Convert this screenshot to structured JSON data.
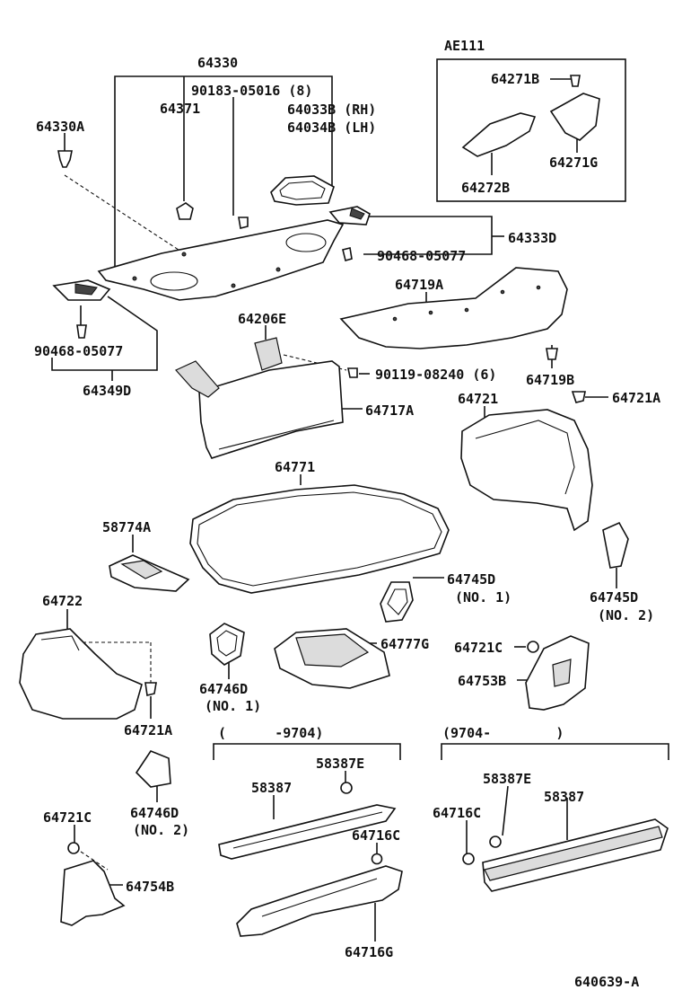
{
  "labels": {
    "ae111": "AE111",
    "p64330": "64330",
    "p90183": "90183-05016 (8)",
    "p64371": "64371",
    "p64033b": "64033B (RH)",
    "p64034b": "64034B (LH)",
    "p64330a": "64330A",
    "p64271b": "64271B",
    "p64271g": "64271G",
    "p64272b": "64272B",
    "p64333d": "64333D",
    "p90468_a": "90468-05077",
    "p64719a": "64719A",
    "p90468_b": "90468-05077",
    "p64349d": "64349D",
    "p64206e": "64206E",
    "p90119": "90119-08240 (6)",
    "p64719b": "64719B",
    "p64721": "64721",
    "p64721a_top": "64721A",
    "p64717a": "64717A",
    "p64771": "64771",
    "p58774a": "58774A",
    "p64722": "64722",
    "p64745d_1": "64745D",
    "p64745d_1_sub": "(NO. 1)",
    "p64745d_2": "64745D",
    "p64745d_2_sub": "(NO. 2)",
    "p64777g": "64777G",
    "p64746d_1": "64746D",
    "p64746d_1_sub": "(NO. 1)",
    "p64721c_mid": "64721C",
    "p64753b": "64753B",
    "p64721a_bot": "64721A",
    "range_left": "(      -9704)",
    "range_right": "(9704-        )",
    "p58387e_left": "58387E",
    "p58387_left": "58387",
    "p64746d_2": "64746D",
    "p64746d_2_sub": "(NO. 2)",
    "p64716c_left": "64716C",
    "p58387e_right": "58387E",
    "p58387_right": "58387",
    "p64716c_right": "64716C",
    "p64721c_bot": "64721C",
    "p64754b": "64754B",
    "p64716g": "64716G",
    "diagram_id": "640639-A"
  }
}
